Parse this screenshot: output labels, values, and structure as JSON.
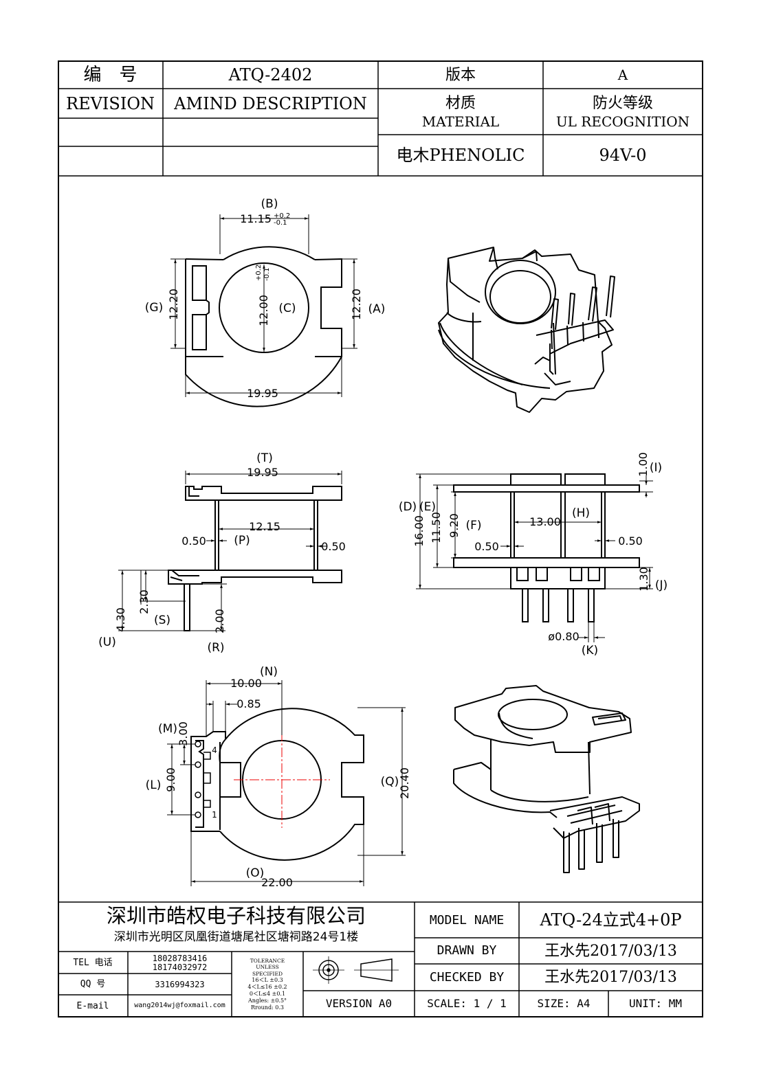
{
  "header": {
    "number_label": "编　号",
    "number_value": "ATQ-2402",
    "version_label": "版本",
    "version_value": "A",
    "revision_label": "REVISION",
    "amind_label": "AMIND DESCRIPTION",
    "material_label_cn": "材质",
    "material_label_en": "MATERIAL",
    "fire_label_cn": "防火等级",
    "fire_label_en": "UL RECOGNITION",
    "material_value": "电木PHENOLIC",
    "fire_value": "94V-0"
  },
  "drawing": {
    "top_view": {
      "B_label": "(B)",
      "B_dim": "11.15",
      "B_tol_plus": "+0.2",
      "B_tol_minus": "-0.1",
      "C_label": "(C)",
      "C_dim": "12.00",
      "C_tol_plus": "+0.2",
      "C_tol_minus": "-0.1",
      "G_label": "(G)",
      "G_dim": "12.20",
      "A_label": "(A)",
      "A_dim": "12.20",
      "width_dim": "19.95"
    },
    "side_view": {
      "T_label": "(T)",
      "T_dim": "19.95",
      "inner_dim": "12.15",
      "left_wall": "0.50",
      "P_label": "(P)",
      "right_wall": "0.50",
      "U_label": "(U)",
      "U_dim": "4.30",
      "S_label": "(S)",
      "S_dim": "2.30",
      "R_label": "(R)",
      "R_dim": "2.00"
    },
    "front_view": {
      "D_label": "(D)",
      "D_dim": "16.00",
      "E_label": "(E)",
      "E_dim": "11.50",
      "F_label": "(F)",
      "F_dim": "9.20",
      "H_label": "(H)",
      "H_dim": "13.00",
      "I_label": "(I)",
      "I_dim": "1.00",
      "left_wall": "0.50",
      "right_wall": "0.50",
      "J_label": "(J)",
      "J_dim": "1.30",
      "K_label": "(K)",
      "K_dim": "ø0.80"
    },
    "bottom_view": {
      "N_label": "(N)",
      "N_dim": "10.00",
      "sub_dim": "0.85",
      "M_label": "(M)",
      "M_dim": "3.00",
      "L_label": "(L)",
      "L_dim": "9.00",
      "Q_label": "(Q)",
      "Q_dim": "20.40",
      "O_label": "(O)",
      "O_dim": "22.00",
      "pin4": "4",
      "pin1": "1"
    }
  },
  "footer": {
    "company": "深圳市皓权电子科技有限公司",
    "address": "深圳市光明区凤凰街道塘尾社区塘祠路24号1楼",
    "tel_label": "TEL  电话",
    "tel_1": "18028783416",
    "tel_2": "18174032972",
    "qq_label": "QQ    号",
    "qq_value": "3316994323",
    "email_label": "E-mail",
    "email_value": "wang2014wj@foxmail.com",
    "tol_1": "TOLERANCE",
    "tol_2": "UNLESS",
    "tol_3": "SPECIFIED",
    "tol_r1": "16＜L         ±0.3",
    "tol_r2": "4＜L≤16      ±0.2",
    "tol_r3": "0＜L≤4        ±0.1",
    "tol_r4": "Angles: ±0.5°",
    "tol_r5": "Rround: 0.3",
    "version": "VERSION A0",
    "model_label": "MODEL NAME",
    "model_value": "ATQ-24立式4+0P",
    "drawn_label": "DRAWN BY",
    "drawn_value": "王水先2017/03/13",
    "checked_label": "CHECKED BY",
    "checked_value": "王水先2017/03/13",
    "scale": "SCALE:  1 / 1",
    "size": "SIZE:  A4",
    "unit": "UNIT:  MM"
  }
}
